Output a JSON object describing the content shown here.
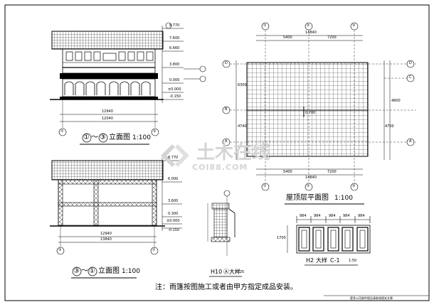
{
  "titles": {
    "elev1_a": "①",
    "elev1_sep": "～",
    "elev1_b": "③",
    "elev1_name": "立面图",
    "elev1_scale": "1:100",
    "roof_name": "屋顶层平面图",
    "roof_scale": "1:100",
    "elev2_a": "③",
    "elev2_sep": "～",
    "elev2_b": "①",
    "elev2_name": "立面图",
    "elev2_scale": "1:100"
  },
  "dims": {
    "elev1_total_a": "12940",
    "elev1_total_b": "12040",
    "elev2_total_a": "12940",
    "elev2_total_b": "13840",
    "roof_top_total": "14840",
    "roof_top_left": "5400",
    "roof_top_right": "7200",
    "roof_bot_left": "5400",
    "roof_bot_right": "7200",
    "roof_bot_total": "14840",
    "roof_left_a": "6300",
    "roof_left_b": "4740",
    "roof_right_total": "4800",
    "roof_right_b": "4700",
    "panel_1": "984",
    "panel_2": "984",
    "panel_3": "984",
    "panel_4": "984",
    "panel_5": "984",
    "panel_height": "1700",
    "roof_slope": "0.700"
  },
  "elevations": {
    "e1": [
      "8.770",
      "7.600",
      "6.660",
      "3.800",
      "0.000",
      "±0.000",
      "-0.150"
    ],
    "e2": [
      "8.770",
      "6.000",
      "3.600",
      "0.300",
      "±0.000",
      "-0.150"
    ]
  },
  "axes": {
    "e1_left": "①",
    "e1_right": "③",
    "e2_left": "③",
    "e2_right": "①",
    "roof_top": [
      "①",
      "②",
      "③"
    ],
    "roof_bot": [
      "①",
      "②",
      "③"
    ],
    "roof_left": [
      "D",
      "B",
      "A"
    ],
    "roof_right": [
      "D",
      "C",
      "A"
    ]
  },
  "details": {
    "detail1_label": "H10",
    "detail1_sub": "Ⓐ大样",
    "detail1_scale": "1:25",
    "detail2_label": "H2",
    "detail2_sub": "大样",
    "detail2_ref": "C-1",
    "detail2_scale": "1:50"
  },
  "note": "注：雨篷按图施工或者由甲方指定成品安装。",
  "credit": "更多公司收件报告请参阅相关文章",
  "watermark": {
    "main": "土木在线",
    "sub": "COI88.COM"
  },
  "colors": {
    "line": "#000000",
    "paper": "#ffffff",
    "watermark": "#d4d4d4"
  }
}
